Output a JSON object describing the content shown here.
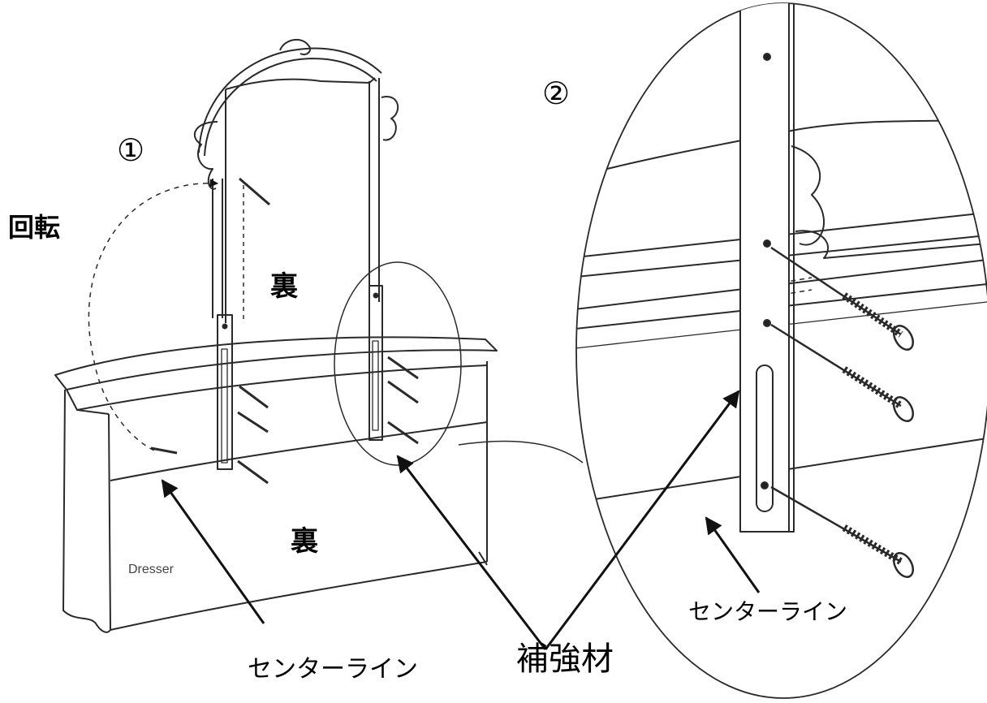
{
  "diagram": {
    "step1_marker": "①",
    "step2_marker": "②",
    "rotate_label": "回転",
    "back_label_mirror": "裏",
    "back_label_dresser": "裏",
    "dresser_label": "Dresser",
    "centerline_label_left": "センターライン",
    "reinforcement_label": "補強材",
    "centerline_label_right": "センターライン"
  },
  "colors": {
    "line": "#2a2a2a",
    "fill": "#ffffff"
  }
}
